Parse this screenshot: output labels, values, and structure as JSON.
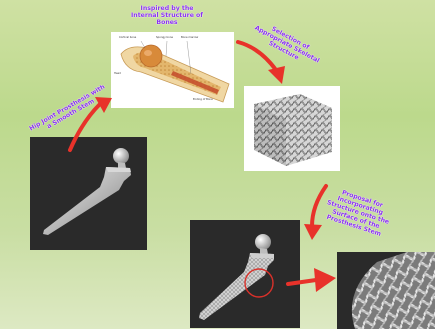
{
  "captions": {
    "hip_prosthesis": "Hip Joint Prosthesis with a Smooth Stem",
    "inspired": "Inspired by the Internal Structure of Bones",
    "selection": "Selection of Appropriate Skeletal Structure",
    "proposal": "Proposal for Incorporating Structure onto the Surface of the Prosthesis Stem"
  },
  "bone_labels": {
    "cortical": "Cortical bone",
    "spongy": "Spongy bone",
    "marrow": "Bone marrow",
    "head": "Head",
    "ends": "Ending of Bone"
  },
  "colors": {
    "arrow": "#e8322a",
    "caption": "#8a32f0",
    "highlight_circle": "#d9312a"
  }
}
